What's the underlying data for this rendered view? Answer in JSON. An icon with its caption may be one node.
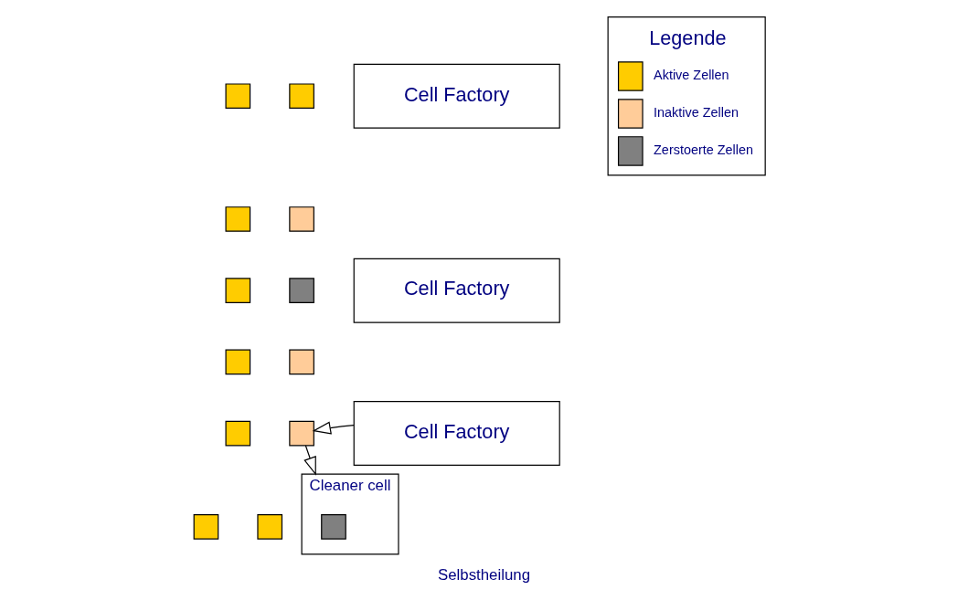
{
  "diagram": {
    "caption": "Selbstheilung",
    "nodes": [
      {
        "text": [],
        "shape": "box"
      },
      {
        "text": [],
        "shape": "box"
      },
      {
        "text": [
          "Cell Factory"
        ]
      },
      {
        "text": [],
        "shape": "box"
      },
      {
        "text": [],
        "shape": "box"
      },
      {
        "text": [],
        "shape": "box"
      },
      {
        "text": [],
        "shape": "box"
      },
      {
        "text": [
          "Cell Factory"
        ]
      },
      {
        "text": [],
        "shape": "box"
      },
      {
        "text": [],
        "shape": "box"
      },
      {
        "text": [],
        "shape": "box"
      },
      {
        "text": [],
        "shape": "box"
      },
      {
        "text": [
          "Cell Factory"
        ]
      },
      {
        "text": [],
        "shape": "box"
      },
      {
        "text": [],
        "shape": "box"
      },
      {
        "text": [
          "Cleaner cell"
        ]
      },
      {
        "text": [],
        "shape": "box",
        "in": 15
      }
    ],
    "edges": [
      {
        "from": 12,
        "to": 11,
        "arrow": "to"
      },
      {
        "from": 11,
        "to": 15,
        "arrow": "to"
      }
    ],
    "labels": [
      "Legende"
    ],
    "legend": [
      {
        "text": "Aktive Zellen",
        "color": "#ffcc00"
      },
      {
        "text": "Inaktive Zellen",
        "color": "#ffcc99"
      },
      {
        "text": "Zerstoerte Zellen",
        "color": "#808080"
      }
    ]
  }
}
